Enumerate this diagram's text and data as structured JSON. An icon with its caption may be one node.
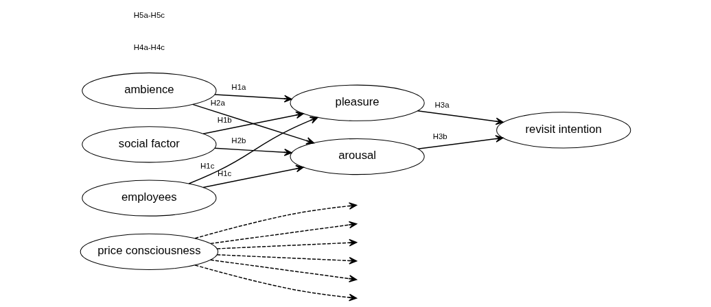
{
  "diagram": {
    "nodes": [
      {
        "text": [
          "price consciousness"
        ]
      },
      {
        "text": [
          "ambience"
        ]
      },
      {
        "text": [
          "social factor"
        ]
      },
      {
        "text": [
          "employees"
        ]
      },
      {
        "text": [
          "pleasure"
        ]
      },
      {
        "text": [
          "arousal"
        ]
      },
      {
        "text": [
          "revisit intention"
        ]
      }
    ],
    "edges": [
      {
        "from": 1,
        "to": 4,
        "arrow": "to",
        "label": "H1a"
      },
      {
        "from": 1,
        "to": 5,
        "arrow": "to",
        "label": "H2a"
      },
      {
        "from": 2,
        "to": 4,
        "arrow": "to",
        "label": "H1b"
      },
      {
        "from": 2,
        "to": 5,
        "arrow": "to",
        "label": "H2b"
      },
      {
        "from": 3,
        "to": 4,
        "arrow": "to",
        "label": "H1c"
      },
      {
        "from": 3,
        "to": 5,
        "arrow": "to",
        "label": "H1c"
      },
      {
        "from": 4,
        "to": 6,
        "arrow": "to",
        "label": "H3a"
      },
      {
        "from": 5,
        "to": 6,
        "arrow": "to",
        "label": "H3b"
      },
      {
        "from": 0,
        "to": null,
        "arrow": "to",
        "style": "dashed"
      },
      {
        "from": 0,
        "to": null,
        "arrow": "to",
        "style": "dashed"
      },
      {
        "from": 0,
        "to": null,
        "arrow": "to",
        "style": "dashed"
      },
      {
        "from": 0,
        "to": null,
        "arrow": "to",
        "style": "dashed"
      },
      {
        "from": 0,
        "to": null,
        "arrow": "to",
        "style": "dashed"
      },
      {
        "from": 0,
        "to": null,
        "arrow": "to",
        "style": "dashed"
      }
    ],
    "labels": [
      "H4a-H4c",
      "H5a-H5c"
    ]
  }
}
